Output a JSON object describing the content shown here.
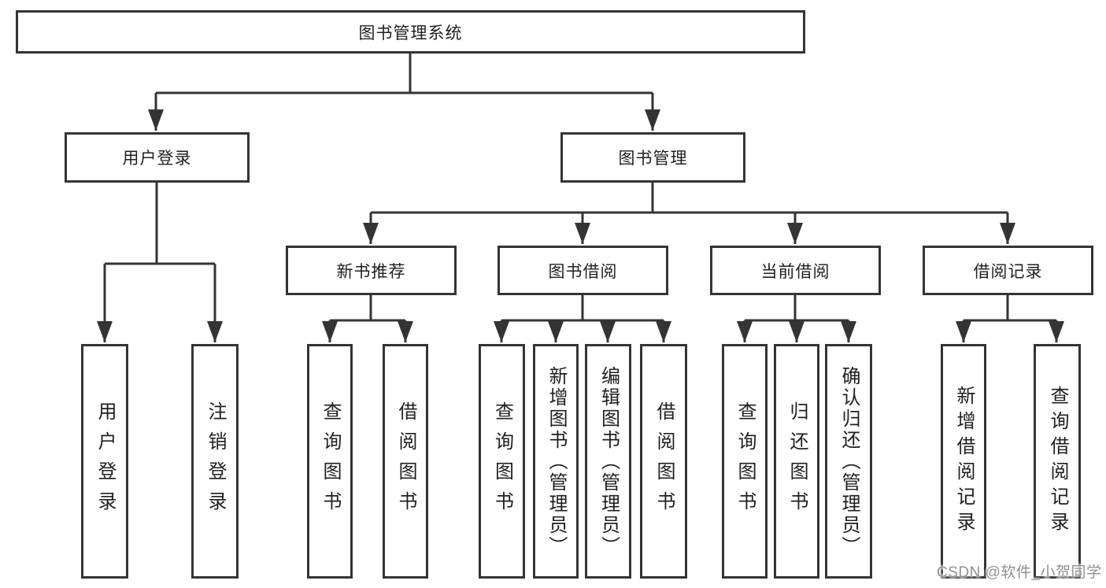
{
  "diagram": {
    "root": {
      "label": "图书管理系统"
    },
    "level2": [
      {
        "label": "用户登录",
        "parent": "图书管理系统"
      },
      {
        "label": "图书管理",
        "parent": "图书管理系统"
      }
    ],
    "level3": [
      {
        "label": "新书推荐",
        "parent": "图书管理"
      },
      {
        "label": "图书借阅",
        "parent": "图书管理"
      },
      {
        "label": "当前借阅",
        "parent": "图书管理"
      },
      {
        "label": "借阅记录",
        "parent": "图书管理"
      }
    ],
    "leaves": [
      {
        "label": "用户登录",
        "parent": "用户登录"
      },
      {
        "label": "注销登录",
        "parent": "用户登录"
      },
      {
        "label": "查询图书",
        "parent": "新书推荐"
      },
      {
        "label": "借阅图书",
        "parent": "新书推荐"
      },
      {
        "label": "查询图书",
        "parent": "图书借阅"
      },
      {
        "label": "新增图书（管理员）",
        "parent": "图书借阅"
      },
      {
        "label": "编辑图书（管理员）",
        "parent": "图书借阅"
      },
      {
        "label": "借阅图书",
        "parent": "图书借阅"
      },
      {
        "label": "查询图书",
        "parent": "当前借阅"
      },
      {
        "label": "归还图书",
        "parent": "当前借阅"
      },
      {
        "label": "确认归还（管理员）",
        "parent": "当前借阅"
      },
      {
        "label": "新增借阅记录",
        "parent": "借阅记录"
      },
      {
        "label": "查询借阅记录",
        "parent": "借阅记录"
      }
    ]
  },
  "watermark": {
    "text": "CSDN @软件_小贺同学"
  },
  "colors": {
    "line": "#343434",
    "text": "#1f1f1f",
    "watermark": "#8f8f8f",
    "background": "#ffffff"
  }
}
